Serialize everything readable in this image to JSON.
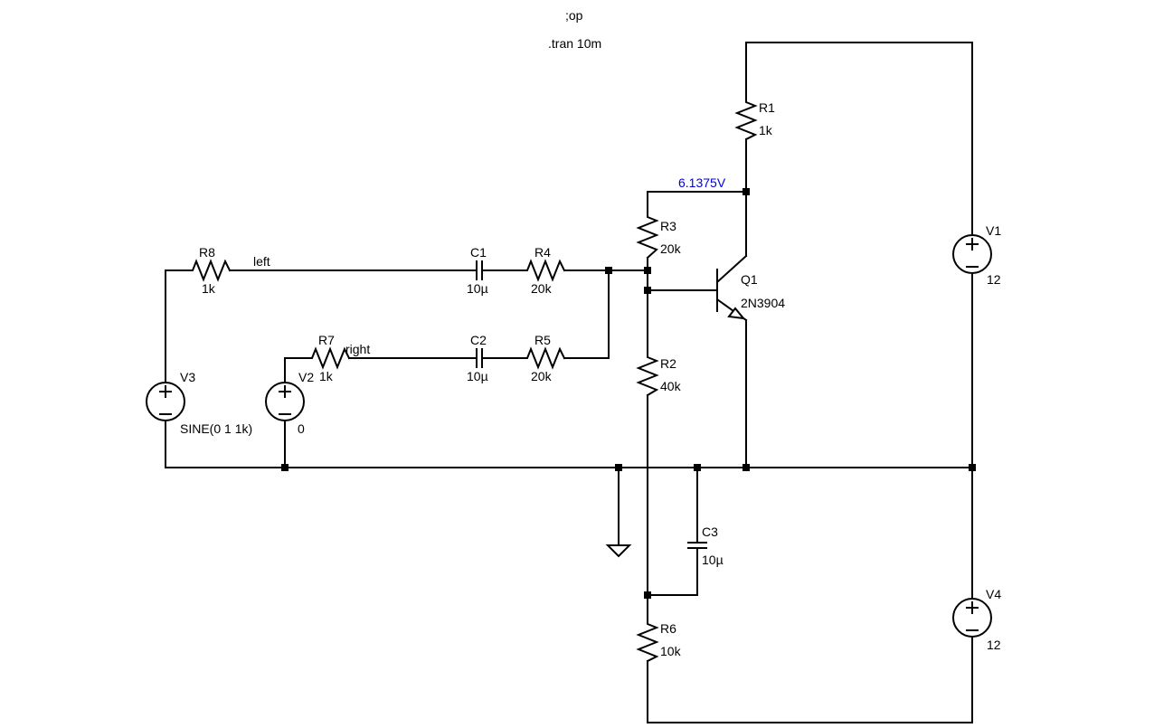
{
  "directives": {
    "op": ";op",
    "tran": ".tran 10m"
  },
  "probe": {
    "voltage": "6.1375V",
    "color": "#0000dd"
  },
  "nets": {
    "left": "left",
    "right": "right"
  },
  "components": {
    "R1": {
      "name": "R1",
      "value": "1k"
    },
    "R2": {
      "name": "R2",
      "value": "40k"
    },
    "R3": {
      "name": "R3",
      "value": "20k"
    },
    "R4": {
      "name": "R4",
      "value": "20k"
    },
    "R5": {
      "name": "R5",
      "value": "20k"
    },
    "R6": {
      "name": "R6",
      "value": "10k"
    },
    "R7": {
      "name": "R7",
      "value": "1k"
    },
    "R8": {
      "name": "R8",
      "value": "1k"
    },
    "C1": {
      "name": "C1",
      "value": "10µ"
    },
    "C2": {
      "name": "C2",
      "value": "10µ"
    },
    "C3": {
      "name": "C3",
      "value": "10µ"
    },
    "Q1": {
      "name": "Q1",
      "value": "2N3904"
    },
    "V1": {
      "name": "V1",
      "value": "12"
    },
    "V2": {
      "name": "V2",
      "value": "0"
    },
    "V3": {
      "name": "V3",
      "value": "SINE(0 1 1k)"
    },
    "V4": {
      "name": "V4",
      "value": "12"
    }
  }
}
